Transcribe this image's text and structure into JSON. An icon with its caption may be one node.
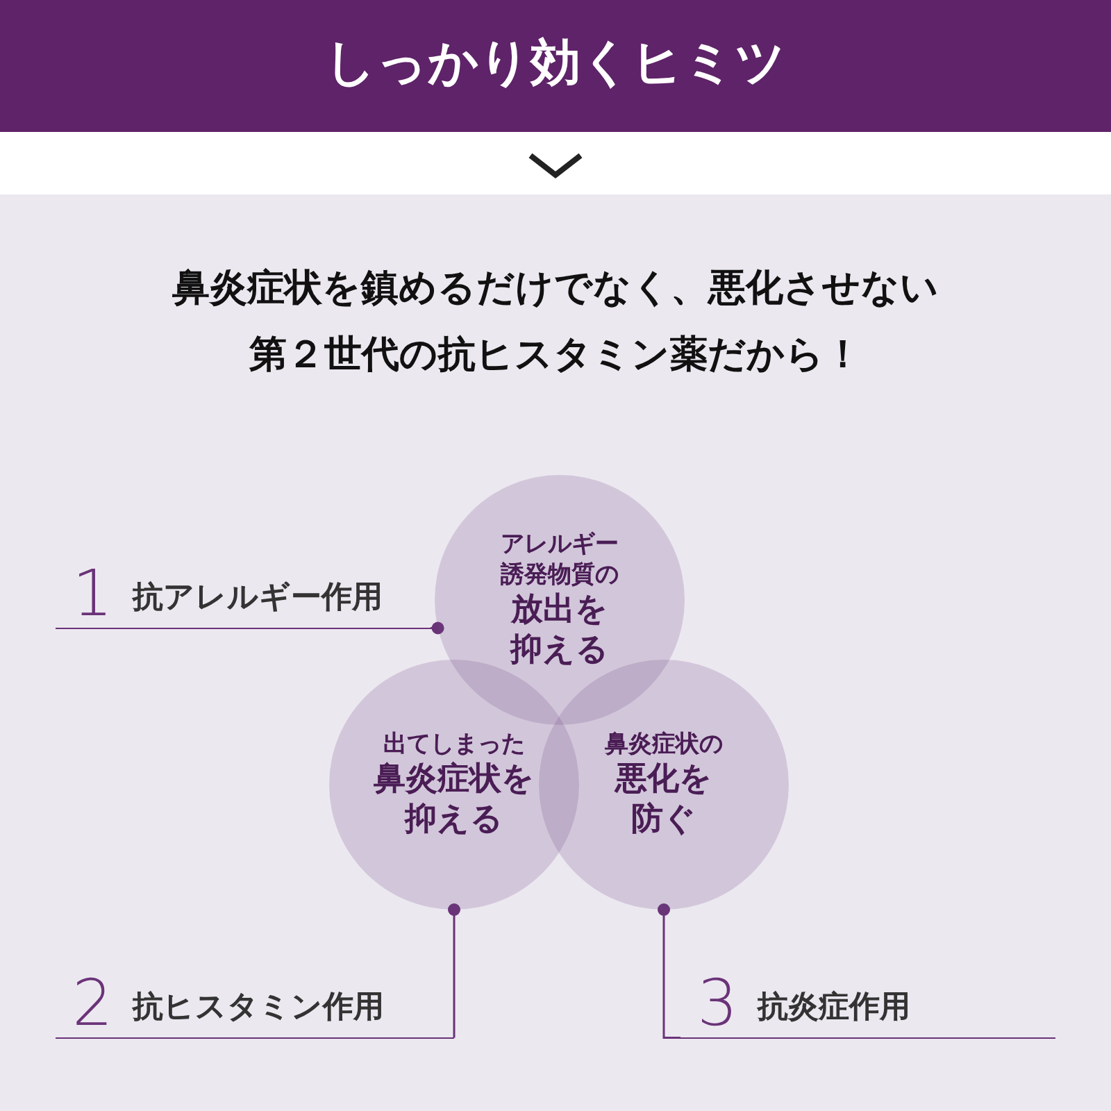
{
  "diagram": {
    "title": "しっかり効くヒミツ",
    "nodes": [
      {
        "text": [
          "アレルギー誘発物質の",
          "放出を抑える"
        ]
      },
      {
        "text": [
          "出てしまった",
          "鼻炎症状を抑える"
        ]
      },
      {
        "text": [
          "鼻炎症状の",
          "悪化を防ぐ"
        ]
      },
      {
        "text": [
          "1",
          "抗アレルギー作用"
        ]
      },
      {
        "text": [
          "2",
          "抗ヒスタミン作用"
        ]
      },
      {
        "text": [
          "3",
          "抗炎症作用"
        ]
      }
    ],
    "edges": [
      {
        "from": 3,
        "to": 0,
        "arrow": "other"
      },
      {
        "from": 4,
        "to": 1,
        "arrow": "other"
      },
      {
        "from": 5,
        "to": 2,
        "arrow": "other"
      }
    ],
    "labels": [
      "**鼻炎症状を鎮める**だけでなく、悪化させない",
      "第２世代の抗ヒスタミン薬だから！"
    ]
  }
}
